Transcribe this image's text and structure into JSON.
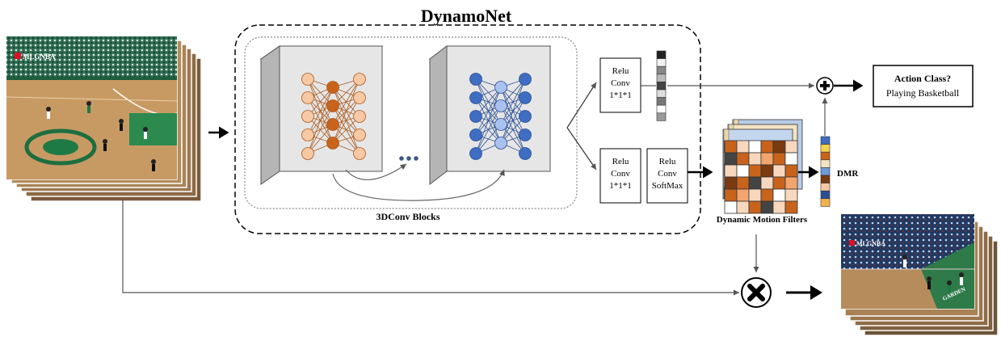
{
  "title": "DynamoNet",
  "blocks_label": "3DConv Blocks",
  "conv_top": {
    "line1": "Relu",
    "line2": "Conv",
    "line3": "1*1*1"
  },
  "conv_mid": {
    "line1": "Relu",
    "line2": "Conv",
    "line3": "1*1*1"
  },
  "conv_soft": {
    "line1": "Relu",
    "line2": "Conv",
    "line3": "SoftMax"
  },
  "filters_label": "Dynamic Motion Filters",
  "dmr_label": "DMR",
  "output": {
    "title": "Action Class?",
    "value": "Playing Basketball"
  },
  "frame_watermark": "MLGNBA",
  "frame_signage": "GARDEN",
  "colors": {
    "orange_dark": "#c8631c",
    "orange_light": "#f7c8a4",
    "blue_dark": "#3e6dc2",
    "blue_light": "#a9c1ee",
    "court": "#c89a63"
  },
  "icons": [
    "plus-circle-icon",
    "multiply-circle-icon",
    "ellipsis-icon"
  ]
}
